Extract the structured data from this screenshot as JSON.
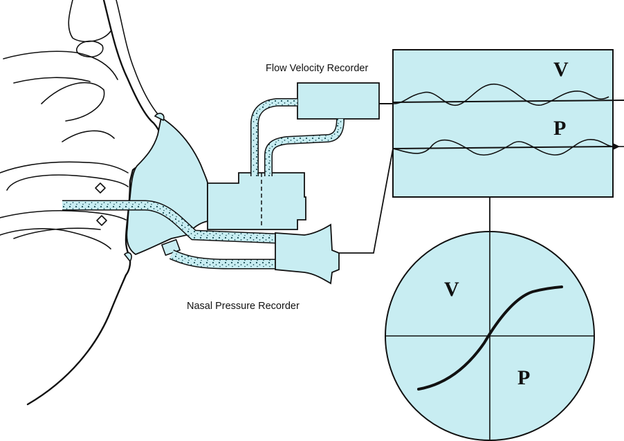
{
  "labels": {
    "flow_velocity_recorder": "Flow Velocity Recorder",
    "nasal_pressure_recorder": "Nasal Pressure Recorder"
  },
  "recorder_panel": {
    "trace_v_label": "V",
    "trace_p_label": "P"
  },
  "loop_plot": {
    "quadrant_v_label": "V",
    "quadrant_p_label": "P"
  },
  "colors": {
    "device_fill": "#c8edf2",
    "line": "#111111",
    "background": "#ffffff"
  }
}
